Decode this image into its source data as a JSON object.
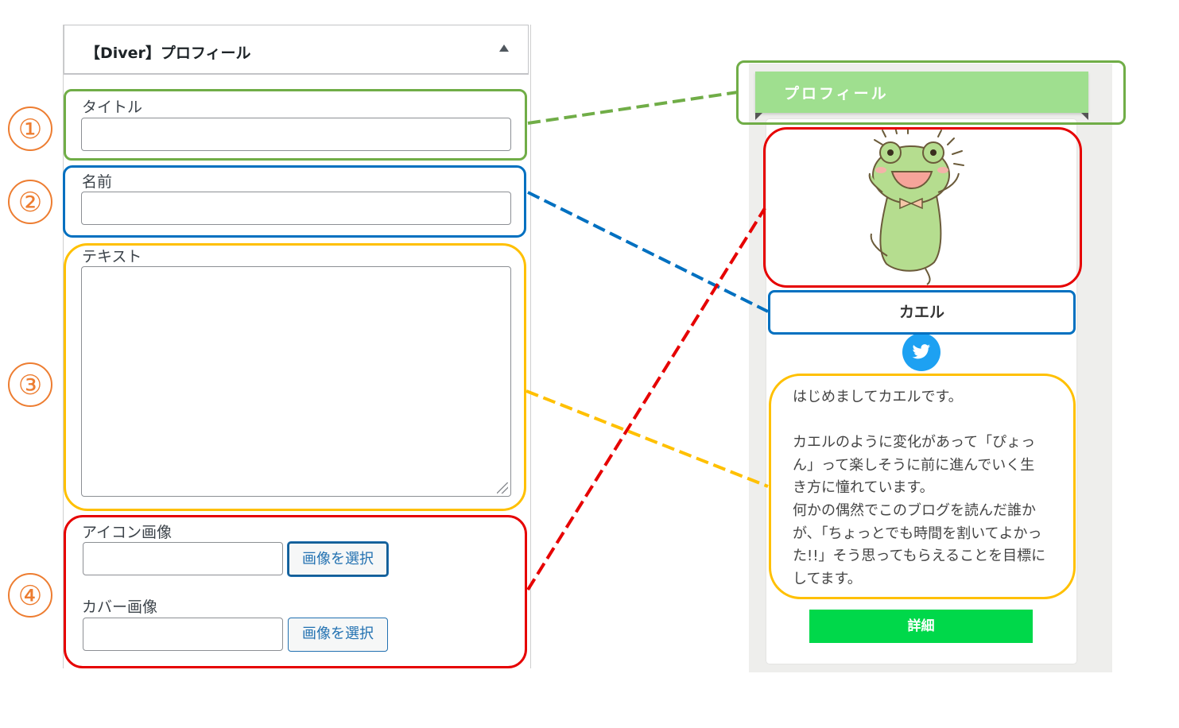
{
  "settings_panel": {
    "title": "【Diver】プロフィール",
    "fields": {
      "title_label": "タイトル",
      "title_value": "",
      "name_label": "名前",
      "name_value": "",
      "text_label": "テキスト",
      "text_value": "",
      "icon_label": "アイコン画像",
      "icon_value": "",
      "icon_button": "画像を選択",
      "cover_label": "カバー画像",
      "cover_value": "",
      "cover_button": "画像を選択"
    }
  },
  "annotations": {
    "markers": [
      "①",
      "②",
      "③",
      "④"
    ],
    "colors": {
      "title": "#70ad47",
      "name": "#0070c0",
      "text": "#ffc000",
      "image": "#e60000",
      "marker": "#ed7d31"
    }
  },
  "preview": {
    "widget_title": "プロフィール",
    "profile_name": "カエル",
    "social_icon": "twitter-icon",
    "bio": "はじめましてカエルです。\n\nカエルのように変化があって「ぴょっん」って楽しそうに前に進んでいく生き方に憧れています。\n何かの偶然でこのブログを読んだ誰かが、「ちょっとでも時間を割いてよかった!!」そう思ってもらえることを目標にしてます。",
    "detail_button": "詳細",
    "colors": {
      "ribbon": "#9fdf8f",
      "twitter": "#1da1f2",
      "detail_button": "#00d84a"
    }
  }
}
